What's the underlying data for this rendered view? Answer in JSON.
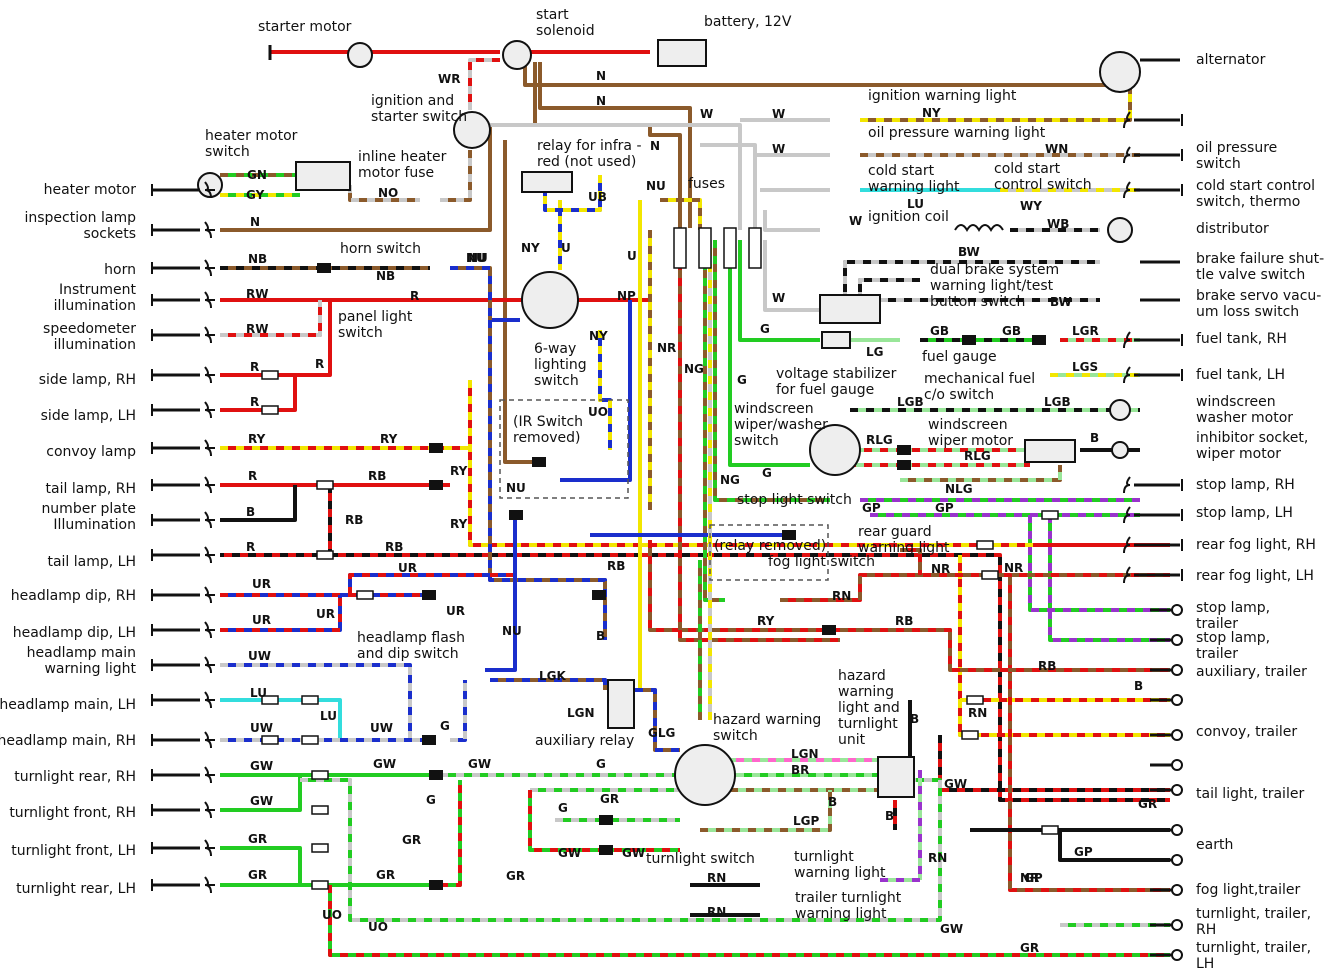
{
  "colors": {
    "N": "#8b5a2b",
    "W": "#c8c8c8",
    "R": "#e01010",
    "G": "#22cc22",
    "U": "#1a2ecc",
    "Y": "#f2e600",
    "B": "#111111",
    "LG": "#99e699",
    "LU": "#33dddd",
    "P": "#9933cc",
    "K": "#ff66cc"
  },
  "left_labels": [
    {
      "id": "heater-motor",
      "lines": [
        "heater motor"
      ]
    },
    {
      "id": "inspection-lamp",
      "lines": [
        "inspection lamp",
        "sockets"
      ]
    },
    {
      "id": "horn",
      "lines": [
        "horn"
      ]
    },
    {
      "id": "instrument-illum",
      "lines": [
        "Instrument",
        "illumination"
      ]
    },
    {
      "id": "speedometer-illum",
      "lines": [
        "speedometer",
        "illumination"
      ]
    },
    {
      "id": "side-lamp-rh",
      "lines": [
        "side lamp, RH"
      ]
    },
    {
      "id": "side-lamp-lh",
      "lines": [
        "side lamp, LH"
      ]
    },
    {
      "id": "convoy-lamp",
      "lines": [
        "convoy lamp"
      ]
    },
    {
      "id": "tail-lamp-rh",
      "lines": [
        "tail lamp, RH"
      ]
    },
    {
      "id": "number-plate",
      "lines": [
        "number plate",
        "Illumination"
      ]
    },
    {
      "id": "tail-lamp-lh",
      "lines": [
        "tail lamp, LH"
      ]
    },
    {
      "id": "headlamp-dip-rh",
      "lines": [
        "headlamp dip, RH"
      ]
    },
    {
      "id": "headlamp-dip-lh",
      "lines": [
        "headlamp dip, LH"
      ]
    },
    {
      "id": "headlamp-main-warning",
      "lines": [
        "headlamp main",
        "warning light"
      ]
    },
    {
      "id": "headlamp-main-lh",
      "lines": [
        "headlamp main, LH"
      ]
    },
    {
      "id": "headlamp-main-rh",
      "lines": [
        "headlamp main, RH"
      ]
    },
    {
      "id": "turnlight-rear-rh",
      "lines": [
        "turnlight rear, RH"
      ]
    },
    {
      "id": "turnlight-front-rh",
      "lines": [
        "turnlight front, RH"
      ]
    },
    {
      "id": "turnlight-front-lh",
      "lines": [
        "turnlight front, LH"
      ]
    },
    {
      "id": "turnlight-rear-lh",
      "lines": [
        "turnlight rear, LH"
      ]
    }
  ],
  "right_labels": [
    {
      "id": "alternator",
      "lines": [
        "alternator"
      ]
    },
    {
      "id": "oil-pressure-switch",
      "lines": [
        "oil pressure",
        "switch"
      ]
    },
    {
      "id": "cold-start-control",
      "lines": [
        "cold start control",
        "switch, thermo"
      ]
    },
    {
      "id": "distributor",
      "lines": [
        "distributor"
      ]
    },
    {
      "id": "brake-failure",
      "lines": [
        "brake failure shut-",
        "tle valve switch"
      ]
    },
    {
      "id": "brake-servo",
      "lines": [
        "brake servo vacu-",
        "um loss switch"
      ]
    },
    {
      "id": "fuel-tank-rh",
      "lines": [
        "fuel tank, RH"
      ]
    },
    {
      "id": "fuel-tank-lh",
      "lines": [
        "fuel tank, LH"
      ]
    },
    {
      "id": "washer-motor",
      "lines": [
        "windscreen",
        "washer motor"
      ]
    },
    {
      "id": "inhibitor-socket",
      "lines": [
        "inhibitor socket,",
        "wiper motor"
      ]
    },
    {
      "id": "stop-lamp-rh",
      "lines": [
        "stop lamp, RH"
      ]
    },
    {
      "id": "stop-lamp-lh",
      "lines": [
        "stop lamp, LH"
      ]
    },
    {
      "id": "rear-fog-rh",
      "lines": [
        "rear fog light, RH"
      ]
    },
    {
      "id": "rear-fog-lh",
      "lines": [
        "rear fog light, LH"
      ]
    },
    {
      "id": "stop-lamp-trailer-1",
      "lines": [
        "stop lamp,",
        "trailer"
      ]
    },
    {
      "id": "stop-lamp-trailer-2",
      "lines": [
        "stop lamp,",
        "trailer"
      ]
    },
    {
      "id": "auxiliary-trailer",
      "lines": [
        "auxiliary, trailer"
      ]
    },
    {
      "id": "convoy-trailer",
      "lines": [
        "convoy, trailer"
      ]
    },
    {
      "id": "tail-light-trailer",
      "lines": [
        "tail light, trailer"
      ]
    },
    {
      "id": "earth",
      "lines": [
        "earth"
      ]
    },
    {
      "id": "fog-light-trailer",
      "lines": [
        "fog light,trailer"
      ]
    },
    {
      "id": "turnlight-trailer-rh",
      "lines": [
        "turnlight, trailer,",
        "RH"
      ]
    },
    {
      "id": "turnlight-trailer-lh",
      "lines": [
        "turnlight, trailer,",
        "LH"
      ]
    }
  ],
  "components": [
    {
      "id": "starter-motor",
      "lines": [
        "starter motor"
      ]
    },
    {
      "id": "start-solenoid",
      "lines": [
        "start",
        "solenoid"
      ]
    },
    {
      "id": "battery",
      "lines": [
        "battery, 12V"
      ]
    },
    {
      "id": "ignition-starter-switch",
      "lines": [
        "ignition and",
        "starter switch"
      ]
    },
    {
      "id": "heater-motor-switch",
      "lines": [
        "heater motor",
        "switch"
      ]
    },
    {
      "id": "inline-heater-fuse",
      "lines": [
        "inline heater",
        "motor fuse"
      ]
    },
    {
      "id": "relay-infrared",
      "lines": [
        "relay for infra -",
        "red (not used)"
      ]
    },
    {
      "id": "fuses",
      "lines": [
        "fuses"
      ]
    },
    {
      "id": "ignition-warning-light",
      "lines": [
        "ignition warning light"
      ]
    },
    {
      "id": "oil-pressure-warning",
      "lines": [
        "oil pressure  warning  light"
      ]
    },
    {
      "id": "cold-start-warning",
      "lines": [
        "cold start",
        "warning light"
      ]
    },
    {
      "id": "cold-start-control-switch",
      "lines": [
        "cold start",
        "control switch"
      ]
    },
    {
      "id": "ignition-coil",
      "lines": [
        "ignition coil"
      ]
    },
    {
      "id": "dual-brake",
      "lines": [
        "dual brake system",
        "warning light/test",
        "button switch"
      ]
    },
    {
      "id": "horn-switch",
      "lines": [
        "horn switch"
      ]
    },
    {
      "id": "panel-light-switch",
      "lines": [
        "panel light",
        "switch"
      ]
    },
    {
      "id": "lighting-switch",
      "lines": [
        "6-way",
        "lighting",
        "switch"
      ]
    },
    {
      "id": "ir-switch-removed",
      "lines": [
        "(IR Switch",
        "removed)"
      ]
    },
    {
      "id": "fuel-gauge",
      "lines": [
        "fuel gauge"
      ]
    },
    {
      "id": "voltage-stabilizer",
      "lines": [
        "voltage stabilizer",
        "for fuel gauge"
      ]
    },
    {
      "id": "mechanical-fuel",
      "lines": [
        "mechanical fuel",
        "c/o switch"
      ]
    },
    {
      "id": "wiper-washer-switch",
      "lines": [
        "windscreen",
        "wiper/washer",
        "switch"
      ]
    },
    {
      "id": "wiper-motor",
      "lines": [
        "windscreen",
        "wiper motor"
      ]
    },
    {
      "id": "stop-light-switch",
      "lines": [
        "stop light switch"
      ]
    },
    {
      "id": "rear-guard-warning",
      "lines": [
        "rear guard",
        "warning light"
      ]
    },
    {
      "id": "relay-removed",
      "lines": [
        "(relay removed)"
      ]
    },
    {
      "id": "fog-light-switch",
      "lines": [
        "fog light switch"
      ]
    },
    {
      "id": "headlamp-flash-dip",
      "lines": [
        "headlamp flash",
        "and dip switch"
      ]
    },
    {
      "id": "auxiliary-relay",
      "lines": [
        "auxiliary relay"
      ]
    },
    {
      "id": "hazard-warning-switch",
      "lines": [
        "hazard warning",
        "switch"
      ]
    },
    {
      "id": "hazard-turnlight-unit",
      "lines": [
        "hazard",
        "warning",
        "light and",
        "turnlight",
        "unit"
      ]
    },
    {
      "id": "turnlight-switch",
      "lines": [
        "turnlight switch"
      ]
    },
    {
      "id": "turnlight-warning",
      "lines": [
        "turnlight",
        "warning light"
      ]
    },
    {
      "id": "trailer-turnlight-warning",
      "lines": [
        "trailer turnlight",
        "warning light"
      ]
    }
  ],
  "wire_codes": [
    "WR",
    "N",
    "N",
    "N",
    "W",
    "W",
    "NY",
    "WN",
    "W",
    "LU",
    "WY",
    "WB",
    "W",
    "BW",
    "BW",
    "W",
    "G",
    "GB",
    "GB",
    "LGR",
    "LG",
    "LGS",
    "LGB",
    "LGB",
    "G",
    "RLG",
    "RLG",
    "NLG",
    "G",
    "B",
    "NG",
    "GP",
    "GP",
    "NR",
    "NG",
    "GN",
    "GY",
    "NO",
    "N",
    "NB",
    "NB",
    "NU",
    "RW",
    "R",
    "RW",
    "R",
    "R",
    "R",
    "RY",
    "RY",
    "RY",
    "RY",
    "R",
    "RB",
    "RB",
    "B",
    "R",
    "RB",
    "RB",
    "UR",
    "UR",
    "UR",
    "UR",
    "UR",
    "UW",
    "LU",
    "LU",
    "UW",
    "UW",
    "G",
    "GW",
    "GW",
    "GW",
    "G",
    "GW",
    "G",
    "GR",
    "GR",
    "GR",
    "G",
    "GR",
    "GR",
    "GR",
    "GW",
    "GW",
    "UO",
    "UO",
    "UB",
    "UO",
    "NP",
    "NY",
    "NY",
    "U",
    "U",
    "NU",
    "NU",
    "NU",
    "NU",
    "B",
    "LGK",
    "GLG",
    "LGN",
    "LGN",
    "BR",
    "B",
    "LGP",
    "B",
    "B",
    "RN",
    "RN",
    "RN",
    "RN",
    "NR",
    "NR",
    "NR",
    "RY",
    "RB",
    "RB",
    "B",
    "RN",
    "GW",
    "GR",
    "GP",
    "GP",
    "GW",
    "GR"
  ]
}
